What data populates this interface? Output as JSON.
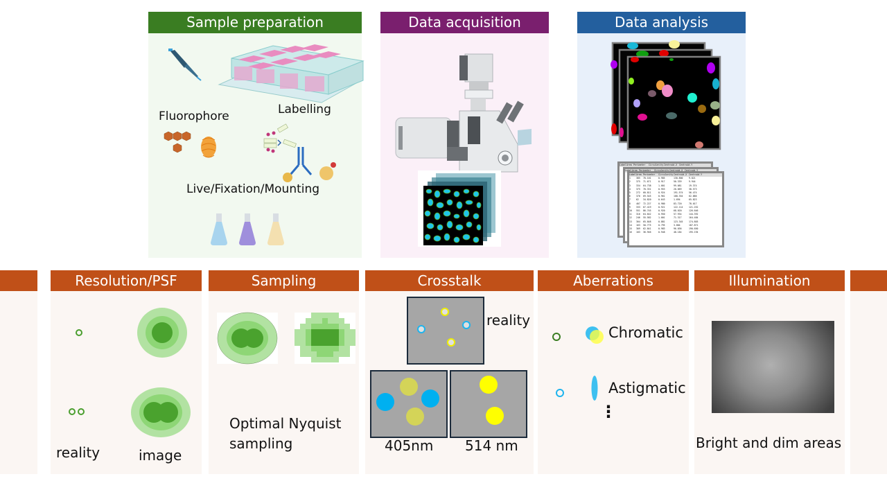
{
  "top_panels": {
    "sample_preparation": {
      "title": "Sample preparation",
      "color": "#3a7d22",
      "labels": {
        "fluorophore": "Fluorophore",
        "labelling": "Labelling",
        "mounting": "Live/Fixation/Mounting"
      },
      "icons": [
        "pipette-icon",
        "chamber-slide-icon",
        "hexagon-molecule-icon",
        "fluorescent-protein-icon",
        "antibody-icon",
        "flask-icon"
      ]
    },
    "data_acquisition": {
      "title": "Data acquisition",
      "color": "#7a1f6e",
      "icons": [
        "microscope-icon",
        "image-stack-icon"
      ]
    },
    "data_analysis": {
      "title": "Data analysis",
      "color": "#235f9e",
      "icons": [
        "segmentation-stack-icon",
        "results-table-icon"
      ],
      "table": {
        "columns": [
          "Label",
          "Area",
          "Perimeter",
          "Circularity",
          "Centroid.X",
          "Centroid.Y"
        ],
        "rows": [
          [
            "1",
            "385",
            "70.101",
            "0.985",
            "130.860",
            "9.821"
          ],
          [
            "2",
            "375",
            "71.671",
            "0.917",
            "50.339",
            "9.944"
          ],
          [
            "3",
            "334",
            "64.738",
            "1.001",
            "99.081",
            "19.374"
          ],
          [
            "4",
            "375",
            "70.331",
            "0.953",
            "20.069",
            "38.573"
          ],
          [
            "5",
            "272",
            "60.811",
            "0.924",
            "191.574",
            "56.474"
          ],
          [
            "6",
            "370",
            "69.545",
            "0.961",
            "108.354",
            "62.886"
          ],
          [
            "7",
            "62",
            "34.820",
            "0.643",
            "1.694",
            "65.823"
          ],
          [
            "8",
            "407",
            "72.227",
            "0.980",
            "83.720",
            "78.017"
          ],
          [
            "9",
            "333",
            "67.419",
            "0.921",
            "122.114",
            "121.252"
          ],
          [
            "10",
            "551",
            "86.745",
            "0.920",
            "68.020",
            "126.646"
          ],
          [
            "11",
            "316",
            "64.642",
            "0.950",
            "57.934",
            "144.392"
          ],
          [
            "12",
            "246",
            "55.582",
            "1.001",
            "71.317",
            "164.484"
          ],
          [
            "13",
            "304",
            "65.848",
            "0.881",
            "123.345",
            "174.803"
          ],
          [
            "14",
            "163",
            "50.775",
            "0.795",
            "3.804",
            "187.871"
          ],
          [
            "15",
            "309",
            "62.841",
            "0.983",
            "96.036",
            "190.650"
          ],
          [
            "16",
            "103",
            "36.946",
            "0.948",
            "48.184",
            "195.194"
          ]
        ]
      }
    }
  },
  "bottom_panels": {
    "color": "#c05018",
    "resolution": {
      "title": "Resolution/PSF",
      "reality_label": "reality",
      "image_label": "image"
    },
    "sampling": {
      "title": "Sampling",
      "caption_line1": "Optimal Nyquist",
      "caption_line2": "sampling"
    },
    "crosstalk": {
      "title": "Crosstalk",
      "reality_label": "reality",
      "channel1_label": "405nm",
      "channel2_label": "514 nm"
    },
    "aberrations": {
      "title": "Aberrations",
      "chromatic_label": "Chromatic",
      "astigmatic_label": "Astigmatic",
      "more": "⋮"
    },
    "illumination": {
      "title": "Illumination",
      "caption": "Bright and dim areas"
    }
  }
}
